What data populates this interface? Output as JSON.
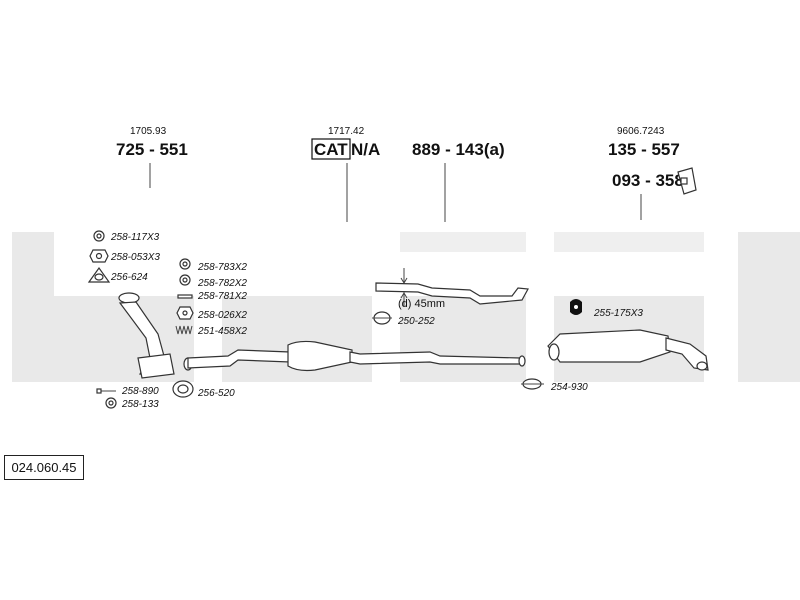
{
  "groups": [
    {
      "id": "front",
      "ref": "1705.93",
      "part": "725 - 551"
    },
    {
      "id": "cat",
      "ref": "1717.42",
      "cat_label": "CAT",
      "part": "N/A"
    },
    {
      "id": "mid",
      "part": "889 - 143(a)"
    },
    {
      "id": "rear",
      "ref": "9606.7243",
      "part": "135 - 557",
      "part2": "093 - 358"
    }
  ],
  "left_parts": [
    "258-117X3",
    "258-053X3",
    "256-624"
  ],
  "mid_parts": [
    "258-783X2",
    "258-782X2",
    "258-781X2",
    "258-026X2",
    "251-458X2"
  ],
  "bottom_left_parts": [
    "258-890",
    "258-133"
  ],
  "flange_part": "256-520",
  "pipe_note": "(d) 45mm",
  "clamp_part": "250-252",
  "rubber_part": "255-175X3",
  "muffler_clamp_part": "254-930",
  "catalog_code": "024.060.45",
  "watermark_color": "#e9e9e9"
}
